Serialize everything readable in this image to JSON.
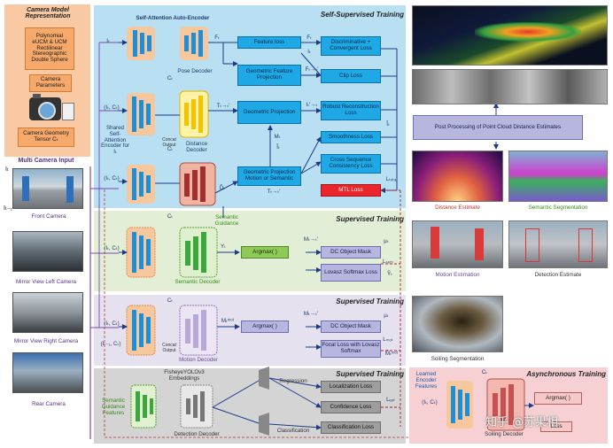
{
  "camera_model": {
    "title": "Camera Model Representation",
    "models": [
      "Polynomial",
      "eUCM & UCM",
      "Rectilinear",
      "Stereographic",
      "Double Sphere"
    ],
    "params_label": "Camera Parameters",
    "tensor_label": "Camera Geometry Tensor Cₜ"
  },
  "multi_camera": {
    "title": "Multi Camera Input",
    "cameras": [
      "Front Camera",
      "Mirror View Left Camera",
      "Mirror View Right Camera",
      "Rear Camera"
    ],
    "it_label": "Iₜ",
    "it1_label": "Iₜ₋₁"
  },
  "self_supervised": {
    "title": "Self-Supervised Training",
    "attention_label": "Self-Attention Auto-Encoder",
    "pose_decoder": "Pose Decoder",
    "shared_encoder": "Shared Self-Attention Encoder for Iₜ",
    "concat_output": "Concat Output",
    "distance_decoder": "Distance Decoder",
    "inputs": [
      "Iₜ",
      "(Iₜ, Cₜ)",
      "(Iₜ, Cₜ)"
    ],
    "ft_label": "Fₜ",
    "ct_label": "Cₜ",
    "tt_label": "Tₜ→ₜ′",
    "dt_label": "D̂ₜ",
    "boxes": {
      "feature_loss": "Feature loss",
      "geo_feature_projection": "Geometric Feature Projection",
      "geo_projection": "Geometric Projection",
      "geo_motion": "Geometric Projection Motion or Semantic",
      "discriminative": "Discriminative + Convergent Loss",
      "clip_loss": "Clip Loss",
      "robust_recon": "Robust Reconstruction Loss",
      "smoothness": "Smoothness Loss",
      "cross_seq": "Cross Sequence Consistency Loss",
      "mtl": "MTL Loss"
    },
    "edge_labels": {
      "ft": "Fₜ",
      "ft_to": "Fₜ→ₜ′",
      "it": "Iₜ",
      "it_to": "Iₜ′→ₜ",
      "ihat": "Îₜ",
      "mt": "Mₜ",
      "ihat2": "Îₜ",
      "ltotal": "Lₜₒₜₐₗ",
      "tt2": "Tₜ→ₜ′"
    }
  },
  "semantic": {
    "title": "Supervised Training",
    "guidance": "Semantic Guidance",
    "decoder": "Semantic Decoder",
    "input": "(Iₜ, Cₜ)",
    "ct_label": "Cₜ",
    "yt_label": "Yₜ",
    "argmax": "Argmax( )",
    "dc_mask": "DC Object Mask",
    "lovasz": "Lovasz Softmax Loss",
    "m_label": "Mₜ→ₜ′",
    "mu_label": "μₜ",
    "lsem_label": "Lₛₑₘ",
    "y_hat_label": "Ŷₜ"
  },
  "motion": {
    "title": "Supervised Training",
    "decoder": "Motion Decoder",
    "inputs": [
      "(Iₜ, Cₜ)",
      "(Iₜ₋₁, Cₜ)"
    ],
    "ct_label": "Cₜ",
    "concat": "Concat Output",
    "mmot_label": "Mₜᵐᵒᵗ",
    "argmax": "Argmax( )",
    "dc_mask": "DC Object Mask",
    "focal": "Focal Loss with Lovasz Softmax",
    "m_label": "Mₜ→ₜ′",
    "mu_label": "μₜ",
    "lmot_label": "Lₘₒₜ",
    "mhat_label": "M̂ₜᵐᵒᵗ"
  },
  "detection": {
    "title": "Supervised Training",
    "yolo": "FisheyeYOLOv3 Embeddings",
    "guidance": "Semantic Guidance Features",
    "decoder": "Detection Decoder",
    "regression": "Regression",
    "classification": "Classification",
    "losses": [
      "Localization Loss",
      "Confidence Loss",
      "Classification Loss"
    ],
    "ldet_label": "Lₑₑₜ"
  },
  "right": {
    "post_processing": "Post Processing of Point Cloud Distance Estimates",
    "captions": [
      "Distance Estimate",
      "Semantic Segmentation",
      "Motion Estimation",
      "Detection Estimate",
      "Soiling Segmentation"
    ]
  },
  "async": {
    "title": "Asynchronous Training",
    "learned": "Learned Encoder Features",
    "input": "(Iₜ, Cₜ)",
    "ct_label": "Cₜ",
    "decoder": "Soiling Decoder",
    "argmax": "Argmax( )",
    "loss": "Loss"
  },
  "watermark": "知乎 @苏果相"
}
